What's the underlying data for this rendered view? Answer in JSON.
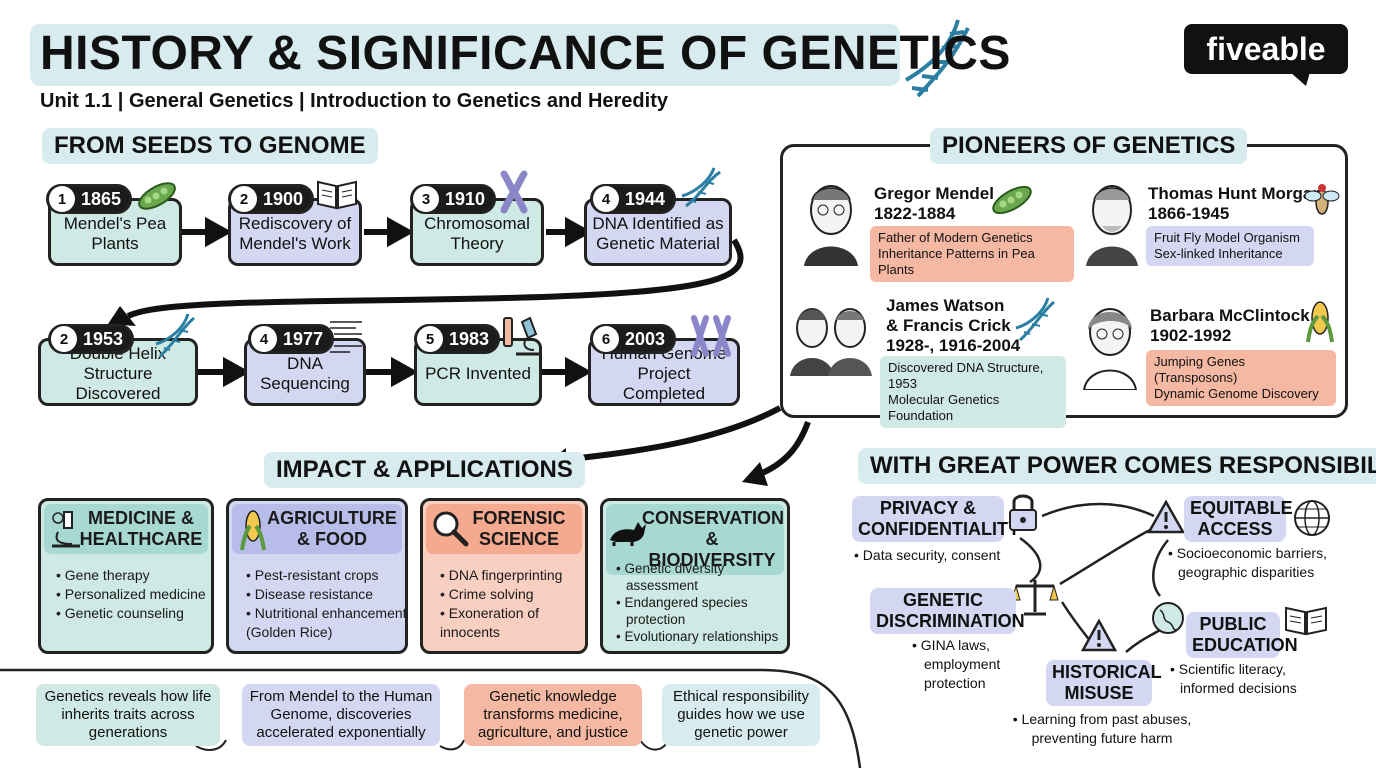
{
  "header": {
    "title": "HISTORY & SIGNIFICANCE OF GENETICS",
    "subtitle": "Unit 1.1 | General Genetics | Introduction to Genetics and Heredity",
    "logo": "fiveable"
  },
  "timeline": {
    "section_title": "FROM SEEDS TO GENOME",
    "events": [
      {
        "num": "1",
        "year": "1865",
        "label": "Mendel's Pea Plants",
        "icon": "pea-pod-icon"
      },
      {
        "num": "2",
        "year": "1900",
        "label": "Rediscovery of Mendel's Work",
        "icon": "book-icon"
      },
      {
        "num": "3",
        "year": "1910",
        "label": "Chromosomal Theory",
        "icon": "chromosome-icon"
      },
      {
        "num": "4",
        "year": "1944",
        "label": "DNA Identified as Genetic Material",
        "icon": "dna-icon"
      },
      {
        "num": "2",
        "year": "1953",
        "label": "Double Helix Structure Discovered",
        "icon": "dna-helix-icon"
      },
      {
        "num": "4",
        "year": "1977",
        "label": "DNA Sequencing",
        "icon": "sequence-icon"
      },
      {
        "num": "5",
        "year": "1983",
        "label": "PCR Invented",
        "icon": "microscope-icon"
      },
      {
        "num": "6",
        "year": "2003",
        "label": "Human Genome Project Completed",
        "icon": "chromosomes-icon"
      }
    ]
  },
  "pioneers": {
    "section_title": "PIONEERS OF GENETICS",
    "people": [
      {
        "name": "Gregor Mendel",
        "years": "1822-1884",
        "desc1": "Father of Modern Genetics",
        "desc2": "Inheritance Patterns in Pea Plants"
      },
      {
        "name": "Thomas Hunt Morgan",
        "years": "1866-1945",
        "desc1": "Fruit Fly Model Organism",
        "desc2": "Sex-linked Inheritance"
      },
      {
        "name": "James Watson",
        "name2": "& Francis Crick",
        "years": "1928-, 1916-2004",
        "desc1": "Discovered DNA Structure, 1953",
        "desc2": "Molecular Genetics Foundation"
      },
      {
        "name": "Barbara McClintock",
        "years": "1902-1992",
        "desc1": "Jumping Genes (Transposons)",
        "desc2": "Dynamic Genome Discovery"
      }
    ]
  },
  "impact": {
    "section_title": "IMPACT & APPLICATIONS",
    "cards": [
      {
        "title1": "MEDICINE &",
        "title2": "HEALTHCARE",
        "icon": "microscope-icon",
        "items": [
          "• Gene therapy",
          "• Personalized medicine",
          "• Genetic counseling"
        ]
      },
      {
        "title1": "AGRICULTURE",
        "title2": "& FOOD",
        "icon": "corn-icon",
        "items": [
          "• Pest-resistant crops",
          "• Disease resistance",
          "• Nutritional enhancement",
          "(Golden Rice)"
        ]
      },
      {
        "title1": "FORENSIC",
        "title2": "SCIENCE",
        "icon": "magnifier-icon",
        "items": [
          "• DNA fingerprinting",
          "• Crime solving",
          "• Exoneration of",
          "innocents"
        ]
      },
      {
        "title1": "CONSERVATION",
        "title2": "& BIODIVERSITY",
        "icon": "cat-icon",
        "items": [
          "• Genetic diversity",
          "assessment",
          "• Endangered species",
          "protection",
          "• Evolutionary relationships"
        ]
      }
    ]
  },
  "responsibility": {
    "section_title": "WITH GREAT POWER COMES RESPONSIBILITY",
    "privacy": {
      "label1": "PRIVACY &",
      "label2": "CONFIDENTIALITY",
      "desc": "• Data security, consent"
    },
    "access": {
      "label1": "EQUITABLE",
      "label2": "ACCESS",
      "desc1": "• Socioeconomic barriers,",
      "desc2": "geographic disparities"
    },
    "discrimination": {
      "label1": "GENETIC",
      "label2": "DISCRIMINATION",
      "desc1": "• GINA laws,",
      "desc2": "employment",
      "desc3": "protection"
    },
    "misuse": {
      "label1": "HISTORICAL",
      "label2": "MISUSE",
      "desc1": "• Learning from past abuses,",
      "desc2": "preventing future harm"
    },
    "education": {
      "label1": "PUBLIC",
      "label2": "EDUCATION",
      "desc1": "• Scientific literacy,",
      "desc2": "informed decisions"
    }
  },
  "takeaways": [
    {
      "line1": "Genetics reveals how life",
      "line2": "inherits traits across",
      "line3": "generations"
    },
    {
      "line1": "From Mendel to the Human",
      "line2": "Genome, discoveries",
      "line3": "accelerated exponentially"
    },
    {
      "line1": "Genetic knowledge",
      "line2": "transforms medicine,",
      "line3": "agriculture, and justice"
    },
    {
      "line1": "Ethical responsibility",
      "line2": "guides how we use",
      "line3": "genetic power"
    }
  ],
  "colors": {
    "teal": "#cfe9e4",
    "lavender": "#d4d7f1",
    "salmon": "#f5b8a3",
    "title_band": "#d8ecef",
    "dark": "#1b1b1b",
    "dna_blue": "#2b7fa3",
    "pea_green": "#5a9a3c"
  }
}
